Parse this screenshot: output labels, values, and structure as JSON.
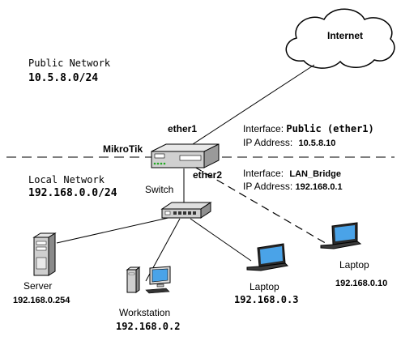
{
  "cloud": {
    "label": "Internet"
  },
  "public_network": {
    "title": "Public Network",
    "address": "10.5.8.0/24"
  },
  "local_network": {
    "title": "Local Network",
    "address": "192.168.0.0/24"
  },
  "router": {
    "name": "MikroTik",
    "port_public": "ether1",
    "port_local": "ether2"
  },
  "public_interface": {
    "interface_label": "Interface:",
    "interface_value": "Public  (ether1)",
    "ip_label": "IP Address:",
    "ip_value": "10.5.8.10"
  },
  "local_interface": {
    "interface_label": "Interface:",
    "interface_value": "LAN_Bridge",
    "ip_label": "IP Address:",
    "ip_value": "192.168.0.1"
  },
  "switch": {
    "label": "Switch"
  },
  "server": {
    "label": "Server",
    "ip": "192.168.0.254"
  },
  "workstation": {
    "label": "Workstation",
    "ip": "192.168.0.2"
  },
  "laptop_wired": {
    "label": "Laptop",
    "ip": "192.168.0.3"
  },
  "laptop_wireless": {
    "label": "Laptop",
    "ip": "192.168.0.10"
  },
  "colors": {
    "screen": "#4aa3e8",
    "device_gray": "#bdbdbd",
    "dark": "#222222"
  }
}
